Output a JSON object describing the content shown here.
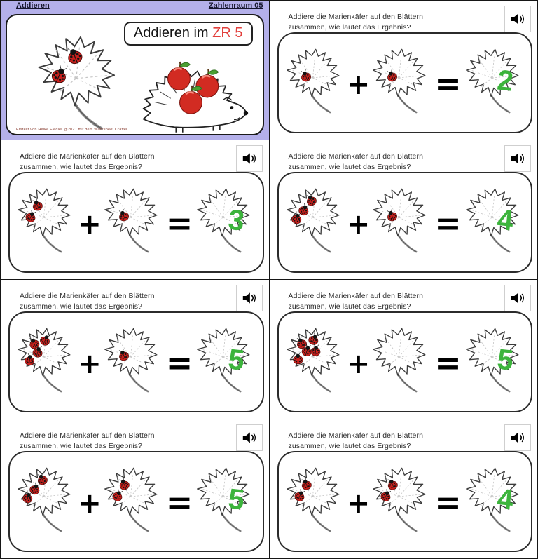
{
  "page": {
    "header": {
      "left": "Addieren",
      "right": "Zahlenraum 05"
    },
    "title_card": {
      "title_black": "Addieren im ",
      "title_red": "ZR 5",
      "credit": "Erstellt von Heike Fiedler @2021 mit dem Worksheet Crafter",
      "leaf_ladybugs": 2,
      "apples_on_hedgehog": 3
    },
    "question_line1": "Addiere die Marienkäfer auf den Blättern",
    "question_line2": "zusammen, wie lautet das Ergebnis?",
    "operators": {
      "plus": "+",
      "equals": "="
    },
    "icons": {
      "speaker": "speaker-icon"
    },
    "colors": {
      "panel_purple": "#b4b0ea",
      "result_green": "#3cb43c",
      "title_red": "#e23f3c",
      "ladybug_red": "#c9201d"
    },
    "tasks": [
      {
        "addend1": 1,
        "addend2": 1,
        "result": "2"
      },
      {
        "addend1": 2,
        "addend2": 1,
        "result": "3"
      },
      {
        "addend1": 3,
        "addend2": 1,
        "result": "4"
      },
      {
        "addend1": 4,
        "addend2": 1,
        "result": "5"
      },
      {
        "addend1": 5,
        "addend2": 0,
        "result": "5"
      },
      {
        "addend1": 3,
        "addend2": 2,
        "result": "5"
      },
      {
        "addend1": 2,
        "addend2": 2,
        "result": "4"
      }
    ]
  }
}
